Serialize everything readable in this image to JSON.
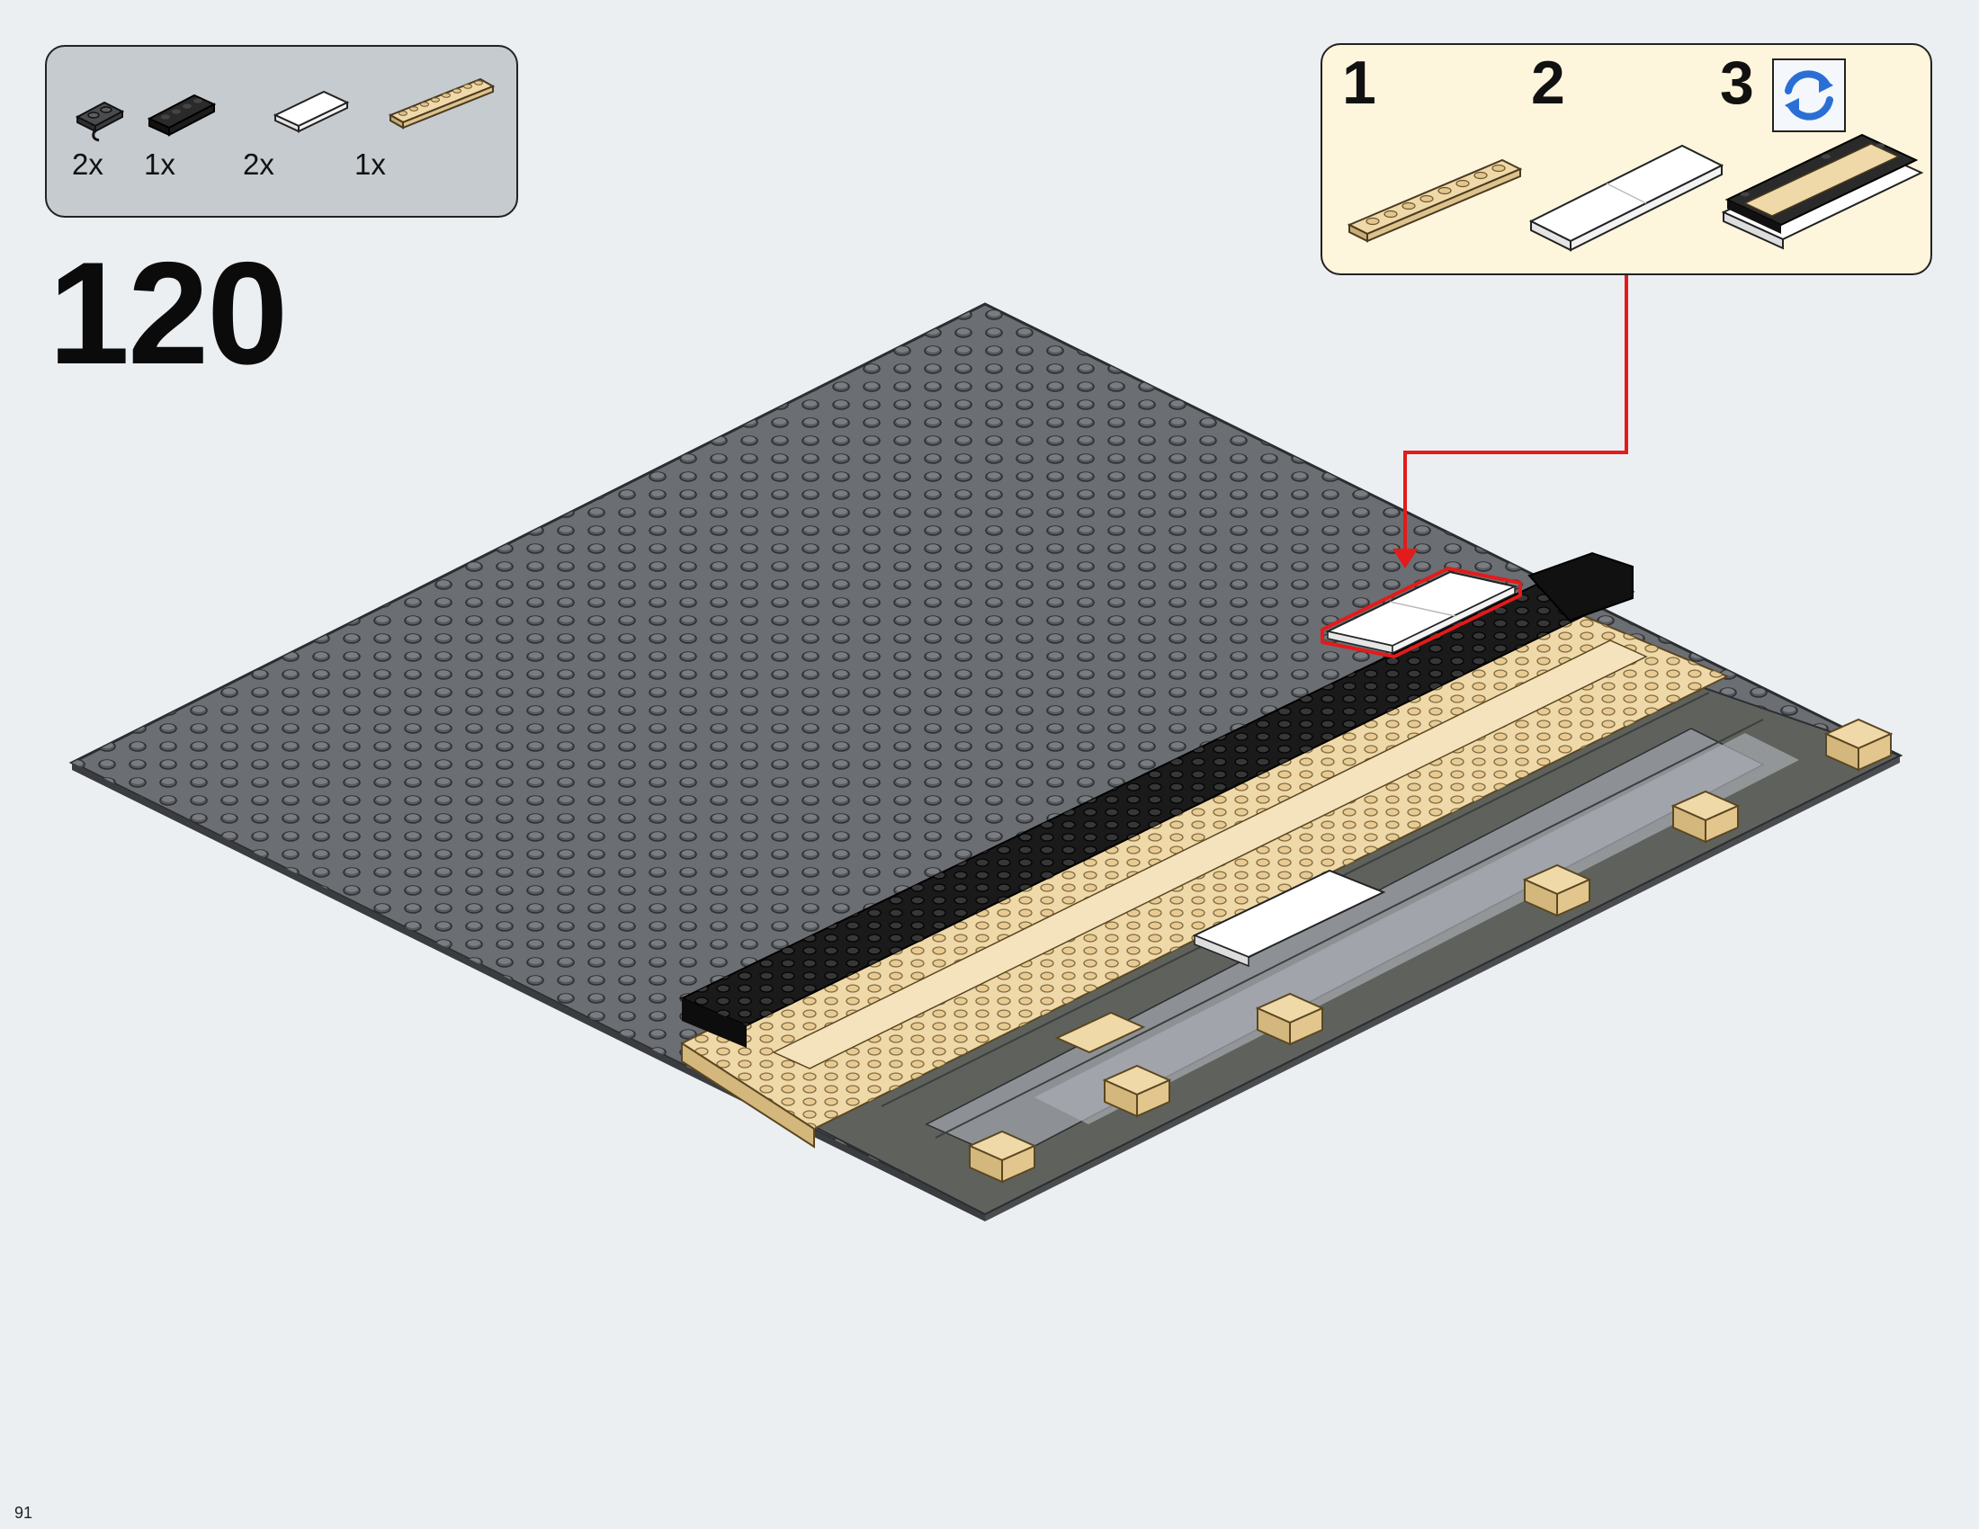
{
  "parts_list": [
    {
      "qty": "2x",
      "icon": "dark-gray-plate-with-clip-icon"
    },
    {
      "qty": "1x",
      "icon": "black-plate-1x4-icon"
    },
    {
      "qty": "2x",
      "icon": "white-tile-1x4-icon"
    },
    {
      "qty": "1x",
      "icon": "tan-plate-1x8-icon"
    }
  ],
  "step_number": "120",
  "callout": {
    "sub_steps": [
      "1",
      "2",
      "3"
    ],
    "rotate_icon": "rotate-arrows-icon"
  },
  "page_number": "91",
  "colors": {
    "page_background": "#ebeff2",
    "baseplate": "#6b6e72",
    "tan": "#f0d9a8",
    "black": "#1a1a1a",
    "white": "#ffffff",
    "callout_arrow": "#e31b1b",
    "callout_background": "#fdf5dc",
    "parts_background": "#c6cbd0"
  }
}
